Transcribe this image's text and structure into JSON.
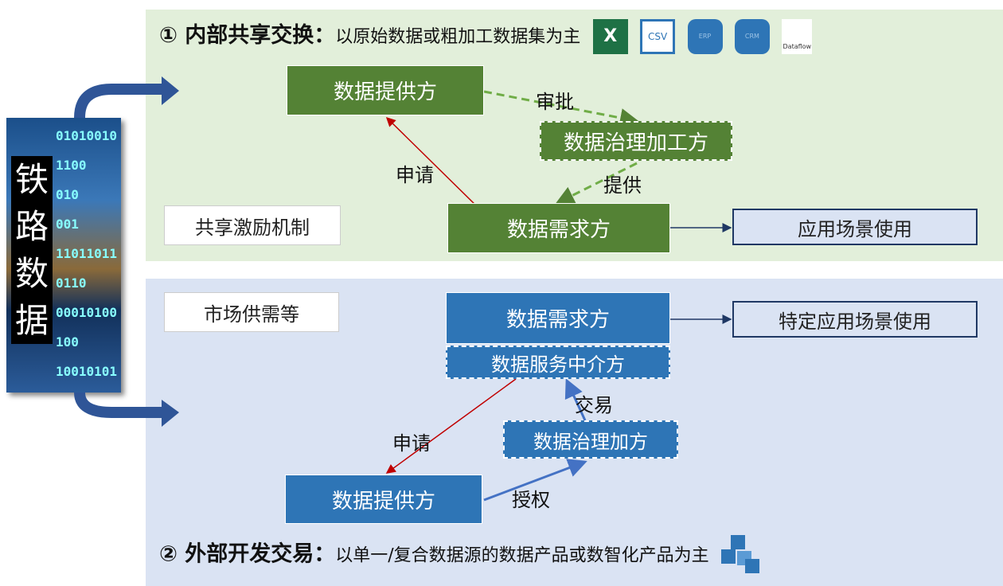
{
  "side_title": "铁路数据",
  "side_bits": [
    "01010010",
    "1100",
    "010",
    "001",
    "11011011",
    "0110",
    "00010100",
    "100",
    "10010101"
  ],
  "internal": {
    "title": "① 内部共享交换：",
    "subtitle": "以原始数据或粗加工数据集为主",
    "icons": [
      "excel-icon",
      "csv-icon",
      "erp-database-icon",
      "crm-database-icon",
      "dataflow-icon"
    ],
    "icon_labels": {
      "csv": "CSV",
      "erp": "ERP",
      "crm": "CRM",
      "dataflow": "Dataflow"
    },
    "provider": "数据提供方",
    "governance": "数据治理加工方",
    "demander": "数据需求方",
    "approve": "审批",
    "supply": "提供",
    "apply": "申请",
    "incentive": "共享激励机制",
    "application": "应用场景使用"
  },
  "external": {
    "title": "② 外部开发交易：",
    "subtitle": "以单一/复合数据源的数据产品或数智化产品为主",
    "market": "市场供需等",
    "demander": "数据需求方",
    "intermediary": "数据服务中介方",
    "application": "特定应用场景使用",
    "trade": "交易",
    "apply": "申请",
    "governance": "数据治理加方",
    "provider": "数据提供方",
    "authorize": "授权"
  },
  "colors": {
    "green": "#548235",
    "blue": "#2e75b6",
    "green_bg": "#e2efda",
    "blue_bg": "#dae3f3",
    "navy": "#1f3864",
    "red": "#c00000"
  }
}
